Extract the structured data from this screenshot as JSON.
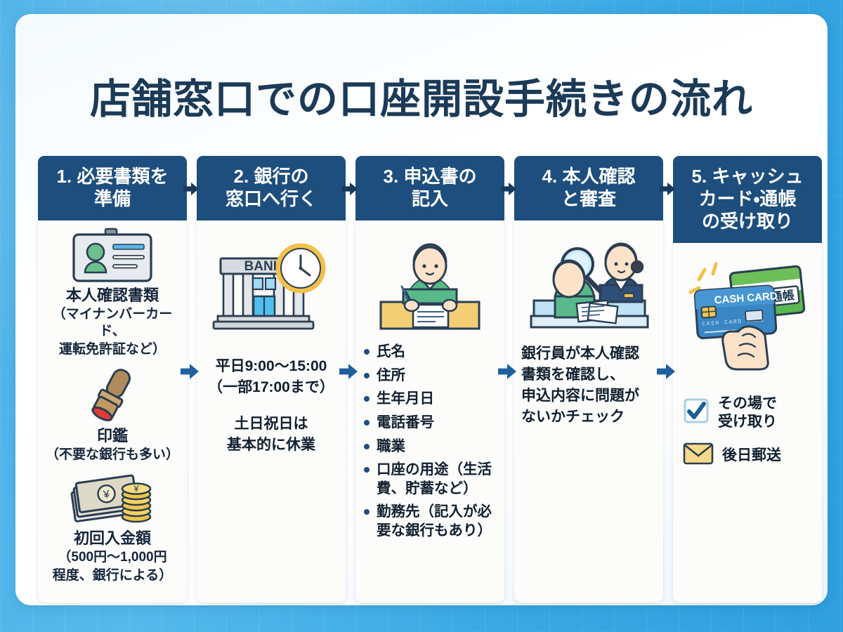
{
  "page": {
    "title": "店舗窓口での口座開設手続きの流れ",
    "colors": {
      "background_blue": "#4fb3e8",
      "panel_white": "#fbfdff",
      "header_navy": "#1d4e7e",
      "arrow_head_navy": "#17395c",
      "arrow_body_blue": "#1f5fa0",
      "text_dark": "#14253a",
      "accent_green": "#4caf7d",
      "accent_yellow": "#f2c75c"
    }
  },
  "steps": [
    {
      "number": "1.",
      "header": "1. 必要書類を\n準備",
      "header_line1": "1. 必要書類を",
      "header_line2": "準備",
      "items": [
        {
          "icon": "id-card-icon",
          "caption": "本人確認書類",
          "sub_line1": "（マイナンバーカード、",
          "sub_line2": "運転免許証など）"
        },
        {
          "icon": "stamp-icon",
          "caption": "印鑑",
          "sub_line1": "（不要な銀行も多い）",
          "sub_line2": ""
        },
        {
          "icon": "money-icon",
          "caption": "初回入金額",
          "sub_line1": "（500円〜1,000円",
          "sub_line2": "程度、銀行による）"
        }
      ]
    },
    {
      "number": "2.",
      "header_line1": "2. 銀行の",
      "header_line2": "窓口へ行く",
      "illustration": "bank-building-icon",
      "bank_sign": "BANK",
      "paragraphs": [
        "平日9:00〜15:00",
        "（一部17:00まで）"
      ],
      "paragraphs2": [
        "土日祝日は",
        "基本的に休業"
      ]
    },
    {
      "number": "3.",
      "header_line1": "3. 申込書の",
      "header_line2": "記入",
      "illustration": "person-writing-form-icon",
      "fields": [
        "氏名",
        "住所",
        "生年月日",
        "電話番号",
        "職業",
        "口座の用途（生活費、貯蓄など）",
        "勤務先（記入が必要な銀行もあり）"
      ]
    },
    {
      "number": "4.",
      "header_line1": "4. 本人確認",
      "header_line2": "と審査",
      "illustration": "teller-review-icon",
      "paragraphs": [
        "銀行員が本人確認",
        "書類を確認し、",
        "申込内容に問題が",
        "ないかチェック"
      ]
    },
    {
      "number": "5.",
      "header_line1": "5. キャッシュ",
      "header_line2": "カード・通帳",
      "header_line3": "の受け取り",
      "illustration": "cash-card-passbook-icon",
      "card_label": "CASH CARD",
      "card_embossed": "CASH CARD CARD",
      "passbook_label": "通帳",
      "options": [
        {
          "icon": "checkbox-checked-icon",
          "line1": "その場で",
          "line2": "受け取り"
        },
        {
          "icon": "envelope-icon",
          "line1": "後日郵送",
          "line2": ""
        }
      ]
    }
  ]
}
